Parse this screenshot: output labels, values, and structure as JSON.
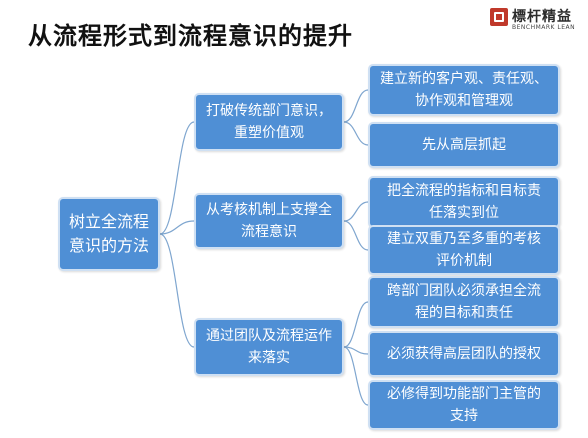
{
  "title": "从流程形式到流程意识的提升",
  "logo": {
    "name": "標杆精益",
    "subtitle": "BENCHMARK LEAN",
    "color": "#c0392b"
  },
  "diagram": {
    "root": {
      "label": "树立全流程\n意识的方法"
    },
    "branches": [
      {
        "label": "打破传统部门意识，\n重塑价值观",
        "children": [
          {
            "label": "建立新的客户观、责任观、\n协作观和管理观"
          },
          {
            "label": "先从高层抓起"
          }
        ]
      },
      {
        "label": "从考核机制上支撑全\n流程意识",
        "children": [
          {
            "label": "把全流程的指标和目标责\n任落实到位"
          },
          {
            "label": "建立双重乃至多重的考核\n评价机制"
          }
        ]
      },
      {
        "label": "通过团队及流程运作\n来落实",
        "children": [
          {
            "label": "跨部门团队必须承担全流\n程的目标和责任"
          },
          {
            "label": "必须获得高层团队的授权"
          },
          {
            "label": "必修得到功能部门主管的\n支持"
          }
        ]
      }
    ],
    "colors": {
      "box": "#4f8fd5",
      "border": "#cfe0f3",
      "line": "#7fa6cf"
    }
  }
}
